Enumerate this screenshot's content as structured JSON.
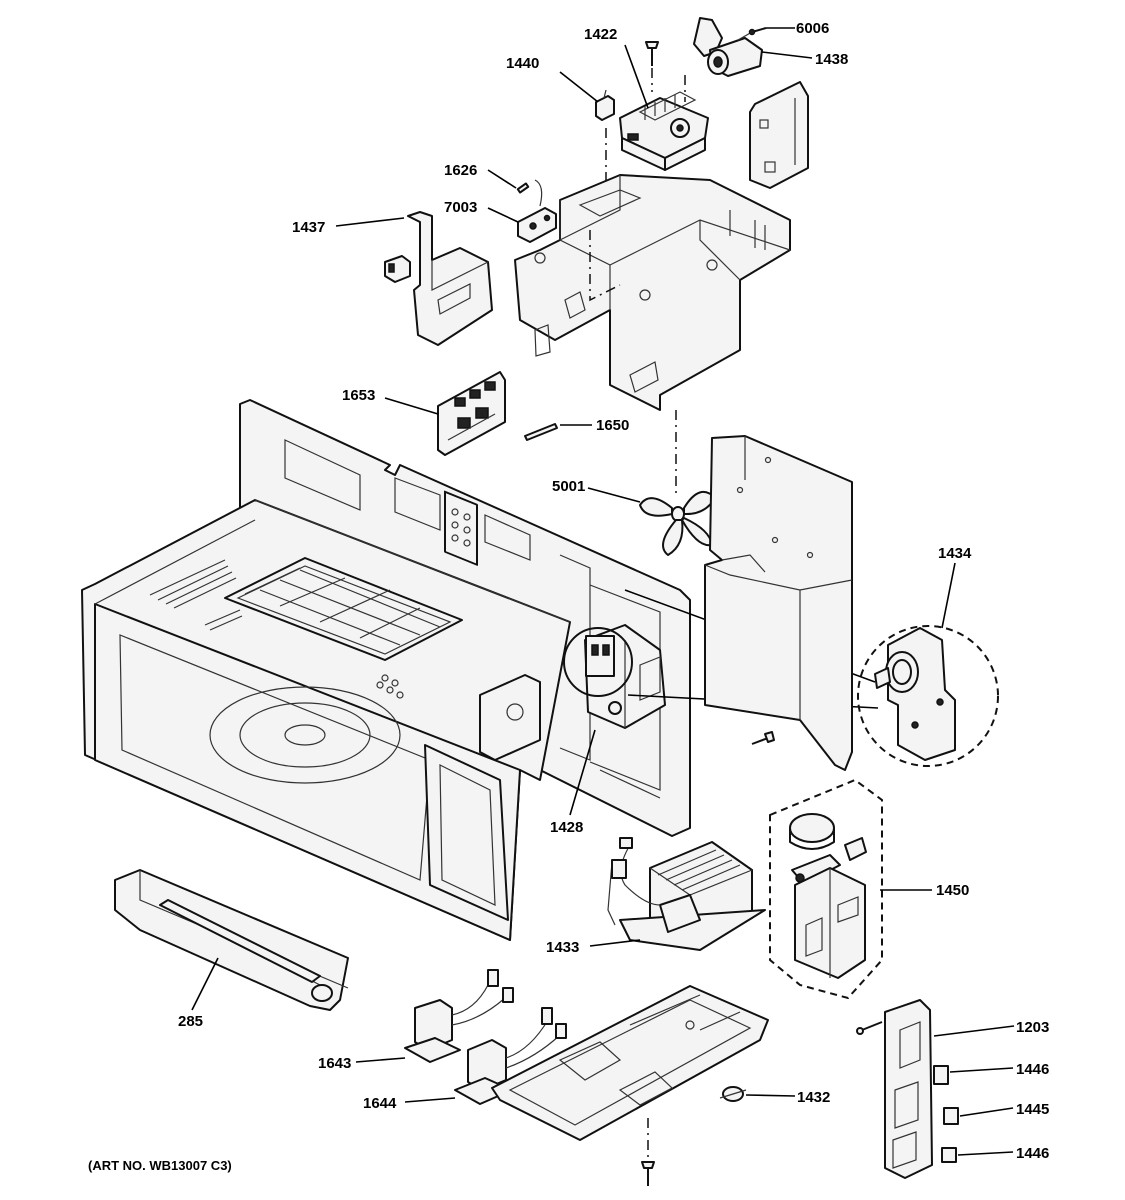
{
  "callouts": {
    "c6006": "6006",
    "c1422": "1422",
    "c1438": "1438",
    "c1440": "1440",
    "c1626": "1626",
    "c7003": "7003",
    "c1437": "1437",
    "c1653": "1653",
    "c1650": "1650",
    "c5001": "5001",
    "c1434": "1434",
    "c1428": "1428",
    "c1450": "1450",
    "c1433": "1433",
    "c285": "285",
    "c1203": "1203",
    "c1643": "1643",
    "c1446a": "1446",
    "c1445": "1445",
    "c1644": "1644",
    "c1432": "1432",
    "c1446b": "1446"
  },
  "art_number": "(ART NO. WB13007 C3)"
}
